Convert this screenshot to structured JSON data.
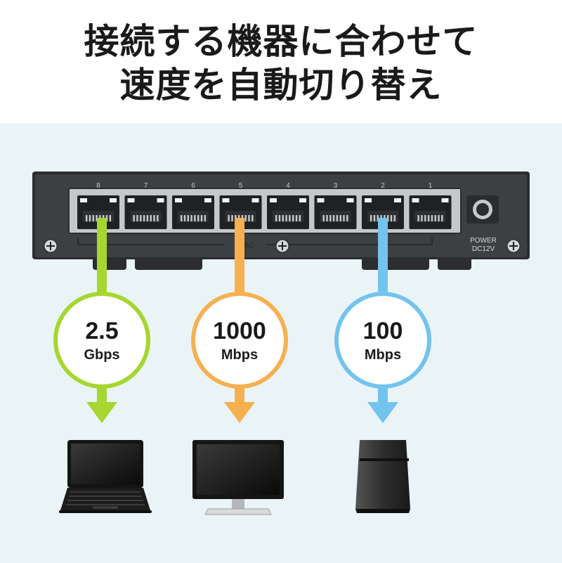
{
  "title": {
    "line1": "接続する機器に合わせて",
    "line2": "速度を自動切り替え"
  },
  "switch": {
    "ports": [
      "8",
      "7",
      "6",
      "5",
      "4",
      "3",
      "2",
      "1"
    ],
    "group_label": "2.5G",
    "power_label": "POWER",
    "dc_label": "DC12V"
  },
  "speeds": [
    {
      "value": "2.5",
      "unit": "Gbps",
      "color": "#a6d62f",
      "device": "laptop-icon"
    },
    {
      "value": "1000",
      "unit": "Mbps",
      "color": "#f6b04f",
      "device": "monitor-icon"
    },
    {
      "value": "100",
      "unit": "Mbps",
      "color": "#72c3ee",
      "device": "game-console-icon"
    }
  ],
  "colors": {
    "background": "#eaf4f7",
    "switch_body": "#3d4043",
    "port_panel": "#c5c8cb"
  }
}
